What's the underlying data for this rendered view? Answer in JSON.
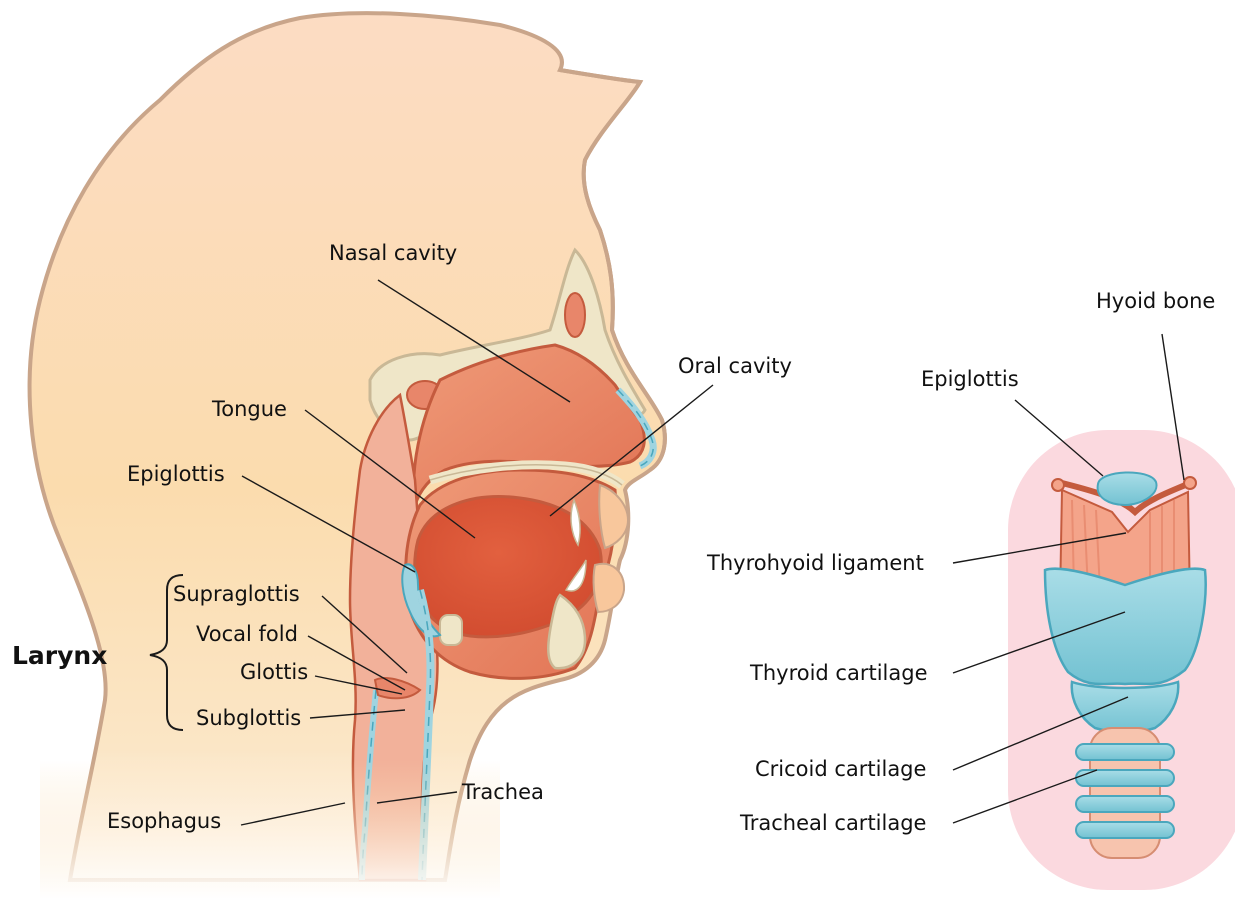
{
  "colors": {
    "skin": "#fad7b8",
    "skin_outline": "#c9a58a",
    "bone": "#efe6c8",
    "bone_outline": "#c9b896",
    "tissue": "#e8866a",
    "tissue_dark": "#d8573a",
    "tissue_outline": "#c45b3e",
    "mucosa_blue": "#9fd4e0",
    "cartilage": "#8fd0dc",
    "cartilage_outline": "#4aa7bd",
    "ligament": "#f4a48a",
    "backdrop_pink": "#fbd9df"
  },
  "head_labels": {
    "nasal_cavity": "Nasal cavity",
    "oral_cavity": "Oral cavity",
    "tongue": "Tongue",
    "epiglottis": "Epiglottis",
    "supraglottis": "Supraglottis",
    "vocal_fold": "Vocal fold",
    "glottis": "Glottis",
    "subglottis": "Subglottis",
    "larynx": "Larynx",
    "esophagus": "Esophagus",
    "trachea": "Trachea"
  },
  "larynx_labels": {
    "hyoid_bone": "Hyoid bone",
    "epiglottis": "Epiglottis",
    "thyrohyoid_ligament": "Thyrohyoid ligament",
    "thyroid_cartilage": "Thyroid cartilage",
    "cricoid_cartilage": "Cricoid cartilage",
    "tracheal_cartilage": "Tracheal cartilage"
  },
  "icons": [
    "head-section-illustration",
    "larynx-anterior-illustration",
    "larynx-brace"
  ]
}
